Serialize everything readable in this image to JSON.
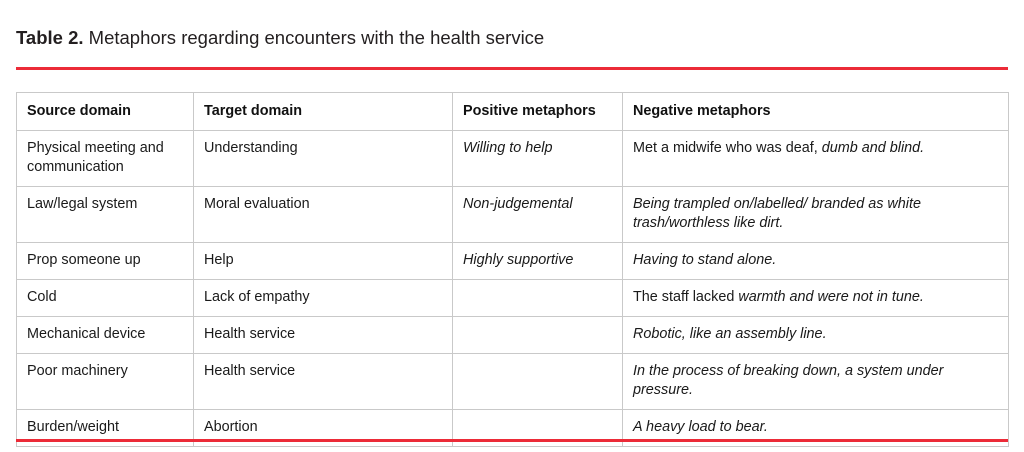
{
  "caption": {
    "label": "Table 2.",
    "text": " Metaphors regarding encounters with the health service"
  },
  "colors": {
    "rule": "#ec2b38",
    "border": "#c9c9c9",
    "text": "#1a1a1a"
  },
  "table": {
    "columns": [
      "Source domain",
      "Target domain",
      "Positive metaphors",
      "Negative metaphors"
    ],
    "rows": [
      {
        "source": "Physical meeting and communication",
        "target": "Understanding",
        "positive": "Willing to help",
        "negative_roman": "Met a midwife who was deaf, ",
        "negative_italic": "dumb and blind."
      },
      {
        "source": "Law/legal system",
        "target": "Moral evaluation",
        "positive": "Non-judgemental",
        "negative_roman": "",
        "negative_italic": "Being trampled on/labelled/ branded as white trash/worthless like dirt."
      },
      {
        "source": "Prop someone up",
        "target": "Help",
        "positive": "Highly supportive",
        "negative_roman": "",
        "negative_italic": "Having to stand alone."
      },
      {
        "source": "Cold",
        "target": "Lack of empathy",
        "positive": "",
        "negative_roman": "The staff lacked ",
        "negative_italic": "warmth and were not in tune."
      },
      {
        "source": "Mechanical device",
        "target": "Health service",
        "positive": "",
        "negative_roman": "",
        "negative_italic": "Robotic, like an assembly line."
      },
      {
        "source": "Poor machinery",
        "target": "Health service",
        "positive": "",
        "negative_roman": "",
        "negative_italic": "In the process of breaking down, a system under pressure."
      },
      {
        "source": "Burden/weight",
        "target": "Abortion",
        "positive": "",
        "negative_roman": "",
        "negative_italic": "A heavy load to bear."
      }
    ]
  }
}
